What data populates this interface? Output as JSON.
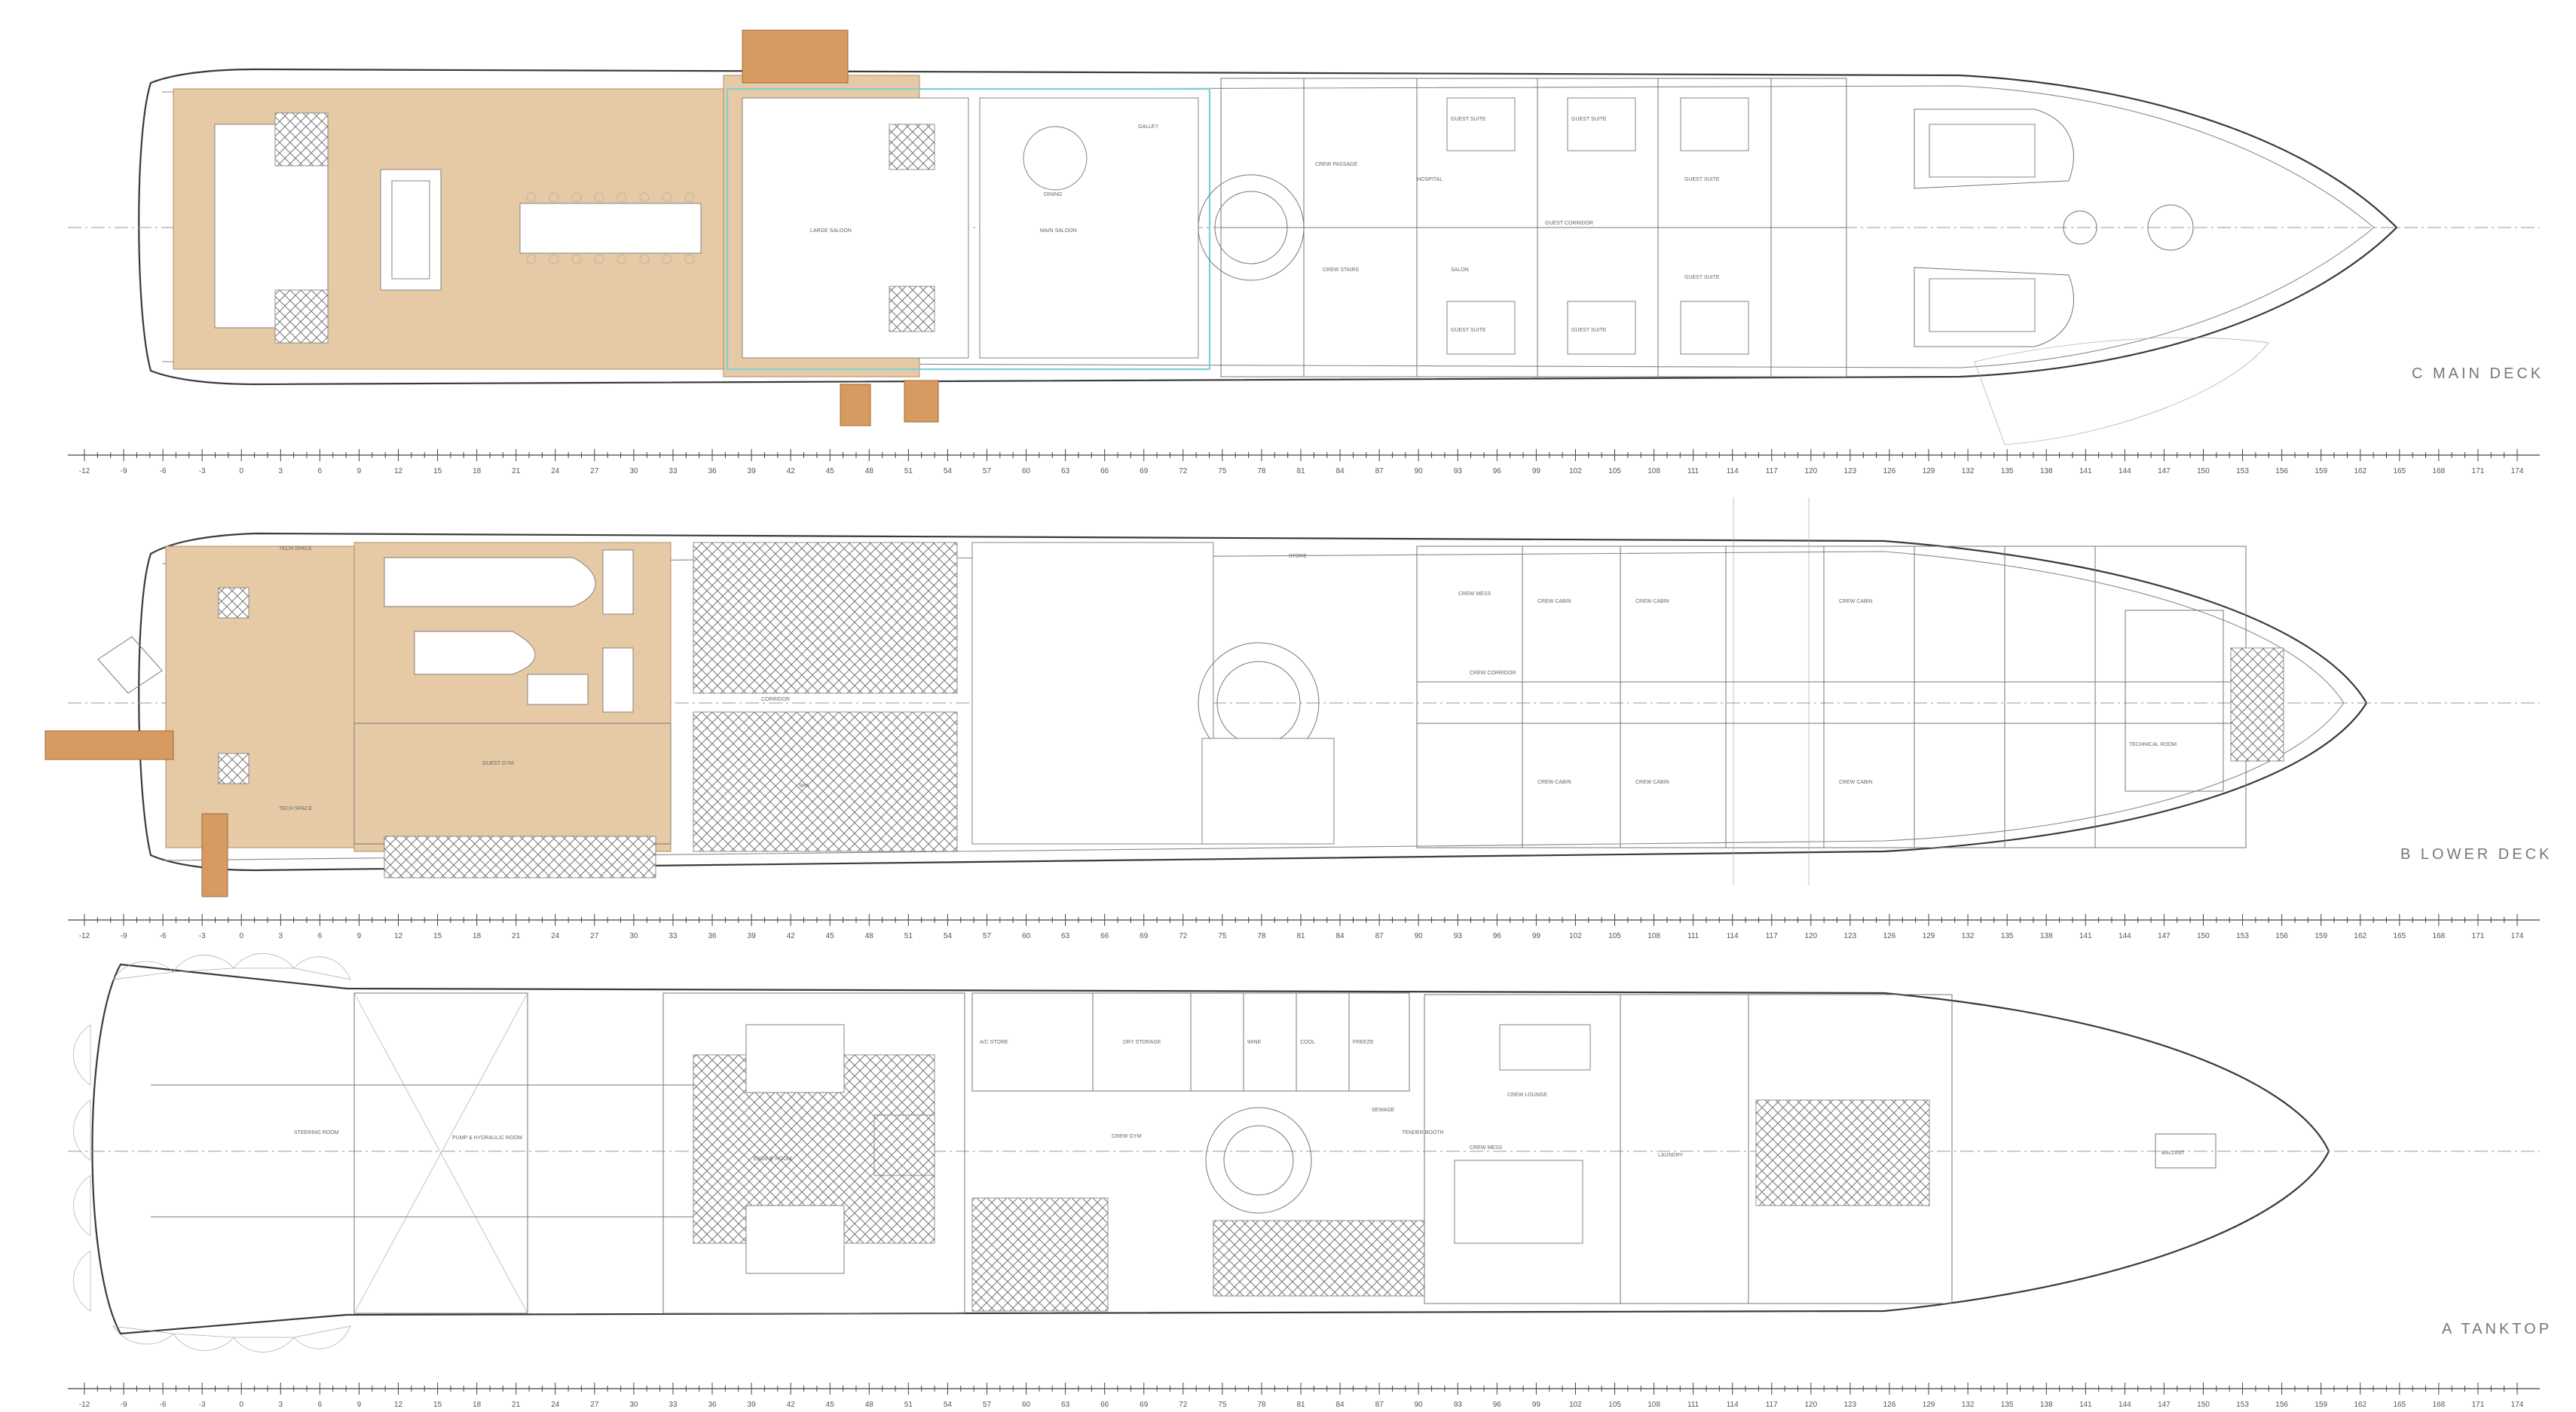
{
  "decks": [
    {
      "id": "main",
      "label": "C  MAIN DECK",
      "rooms": [
        "LARGE SALOON",
        "MAIN SALOON",
        "DINING",
        "GALLEY",
        "CREW PASSAGE",
        "GUEST SUITE",
        "GUEST SUITE",
        "GUEST SUITE",
        "GUEST SUITE",
        "GUEST SUITE",
        "GUEST SUITE",
        "GUEST CORRIDOR",
        "SALON",
        "HOSPITAL",
        "CREW STAIRS"
      ]
    },
    {
      "id": "lower",
      "label": "B  LOWER DECK",
      "rooms": [
        "TECH SPACE",
        "TECH SPACE",
        "GUEST GYM",
        "CORRIDOR",
        "SPA",
        "STORE",
        "CREW CORRIDOR",
        "CREW MESS",
        "TECHNICAL ROOM",
        "CREW CABIN",
        "CREW CABIN",
        "CREW CABIN",
        "CREW CABIN",
        "CREW CABIN",
        "CREW CABIN"
      ]
    },
    {
      "id": "tank",
      "label": "A  TANKTOP",
      "rooms": [
        "STEERING ROOM",
        "PUMP & HYDRAULIC ROOM",
        "ENGINE ROOM",
        "A/C STORE",
        "DRY STORAGE",
        "WINE",
        "COOL",
        "FREEZE",
        "CREW LOUNGE",
        "CREW MESS",
        "LAUNDRY",
        "BALLAST",
        "CREW GYM",
        "SEWAGE",
        "TENDER BOOTH"
      ]
    }
  ],
  "ruler": {
    "ticks": [
      "-12",
      "-9",
      "-6",
      "-3",
      "0",
      "3",
      "6",
      "9",
      "12",
      "15",
      "18",
      "21",
      "24",
      "27",
      "30",
      "33",
      "36",
      "39",
      "42",
      "45",
      "48",
      "51",
      "54",
      "57",
      "60",
      "63",
      "66",
      "69",
      "72",
      "75",
      "78",
      "81",
      "84",
      "87",
      "90",
      "93",
      "96",
      "99",
      "102",
      "105",
      "108",
      "111",
      "114",
      "117",
      "120",
      "123",
      "126",
      "129",
      "132",
      "135",
      "138",
      "141",
      "144",
      "147",
      "150",
      "153",
      "156",
      "159",
      "162",
      "165",
      "168",
      "171",
      "174"
    ]
  }
}
